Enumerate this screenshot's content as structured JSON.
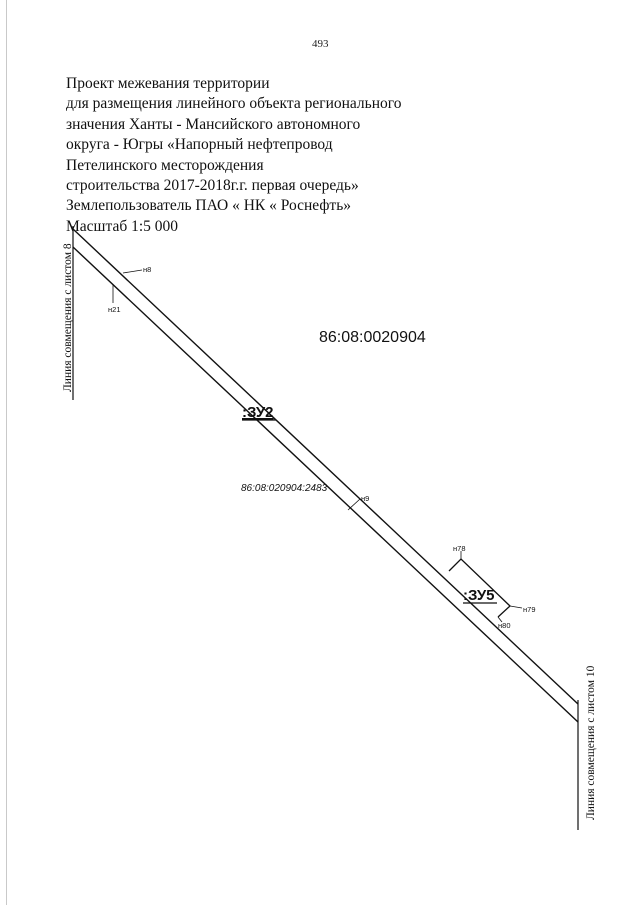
{
  "page_number": "493",
  "title_lines": [
    "Проект межевания территории",
    "для размещения линейного объекта регионального",
    "значения Ханты - Мансийского автономного",
    "округа - Югры «Напорный нефтепровод",
    "Петелинского месторождения",
    "строительства 2017-2018г.г. первая очередь»",
    "Землепользователь ПАО « НК « Роснефть»",
    "Масштаб 1:5 000"
  ],
  "map": {
    "block_number": "86:08:0020904",
    "parcel_number": "86:08:020904:2483",
    "zones": [
      ":ЗУ2",
      ":ЗУ5"
    ],
    "points": [
      "н8",
      "н21",
      "н9",
      "н78",
      "н79",
      "н80"
    ],
    "match_line_left": "Линия совмещения с листом 8",
    "match_line_right": "Линия совмещения с листом 10"
  },
  "colors": {
    "ink": "#111111",
    "margin": "#c9c9c9"
  }
}
